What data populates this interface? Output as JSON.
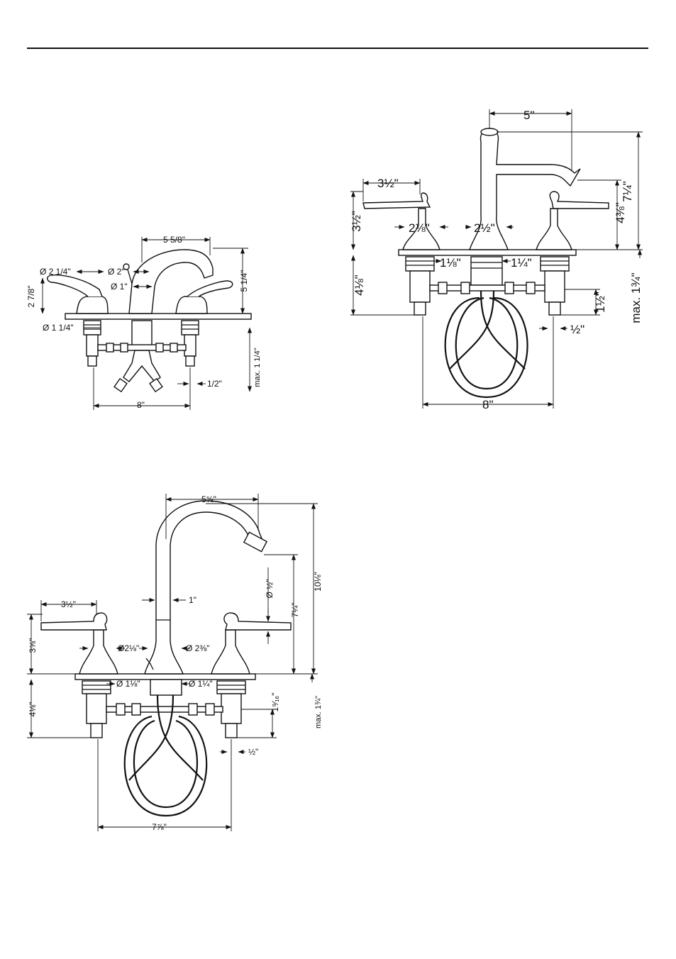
{
  "fig1": {
    "d_handle_base": "Ø 2 1/4\"",
    "d_spout_base": "Ø 2\"",
    "d_spout_neck": "Ø 1\"",
    "spout_reach": "5 5/8\"",
    "handle_height": "2 7/8\"",
    "spout_height": "5 1/4\"",
    "d_shank": "Ø 1 1/4\"",
    "max_deck": "max. 1 1/4\"",
    "shank_len": "1/2\"",
    "spread": "8\""
  },
  "fig2": {
    "spout_reach": "5\"",
    "handle_reach": "3½\"",
    "handle_height": "3½\"",
    "d_handle": "2⅛\"",
    "d_spout": "2½\"",
    "total_height": "7¼\"",
    "spout_outlet_height": "4⅜\"",
    "d_shank_handle": "1⅛\"",
    "d_shank_spout": "1¼\"",
    "valve_depth": "4⅛\"",
    "connection_len": "1½\"",
    "thread_len": "½\"",
    "max_deck": "max. 1¾\"",
    "spread": "8\""
  },
  "fig3": {
    "spout_reach": "5⅝\"",
    "handle_reach": "3½\"",
    "neck_d": "1\"",
    "aerator_d": "Ø ½\"",
    "total_height": "10⅛\"",
    "outlet_height": "7¼\"",
    "handle_height": "3⅝\"",
    "d_handle": "Ø2⅛\"",
    "d_spout": "Ø 2⅜\"",
    "d_shank_handle": "Ø 1⅛\"",
    "d_shank_spout": "Ø 1¼\"",
    "valve_depth": "4⅛\"",
    "connection_len": "1⁹⁄₁₆\"",
    "thread_len": "½\"",
    "max_deck": "max. 1¾\"",
    "spread": "7⅞\""
  }
}
